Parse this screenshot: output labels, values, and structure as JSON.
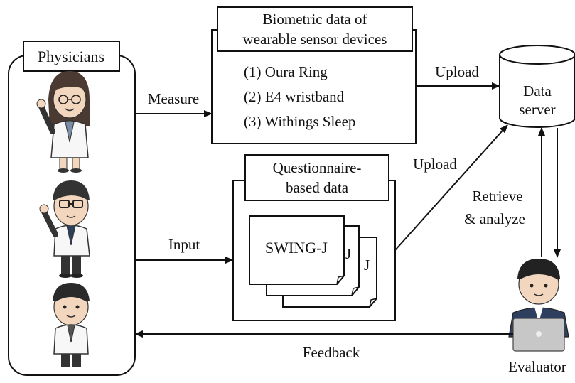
{
  "diagram": {
    "physicians_label": "Physicians",
    "sensor_box": {
      "title_line1": "Biometric data of",
      "title_line2": "wearable sensor devices",
      "items": [
        "(1) Oura Ring",
        "(2) E4 wristband",
        "(3) Withings Sleep"
      ]
    },
    "questionnaire_box": {
      "title_line1": "Questionnaire-",
      "title_line2": "based data",
      "sheet_label": "SWING-J",
      "sheet_partial_back": "J",
      "sheet_partial_mid": "J"
    },
    "server": {
      "line1": "Data",
      "line2": "server"
    },
    "evaluator_label": "Evaluator",
    "arrows": {
      "measure": "Measure",
      "upload_sensor": "Upload",
      "input": "Input",
      "upload_questionnaire": "Upload",
      "retrieve_line1": "Retrieve",
      "retrieve_line2": "& analyze",
      "feedback": "Feedback"
    }
  }
}
